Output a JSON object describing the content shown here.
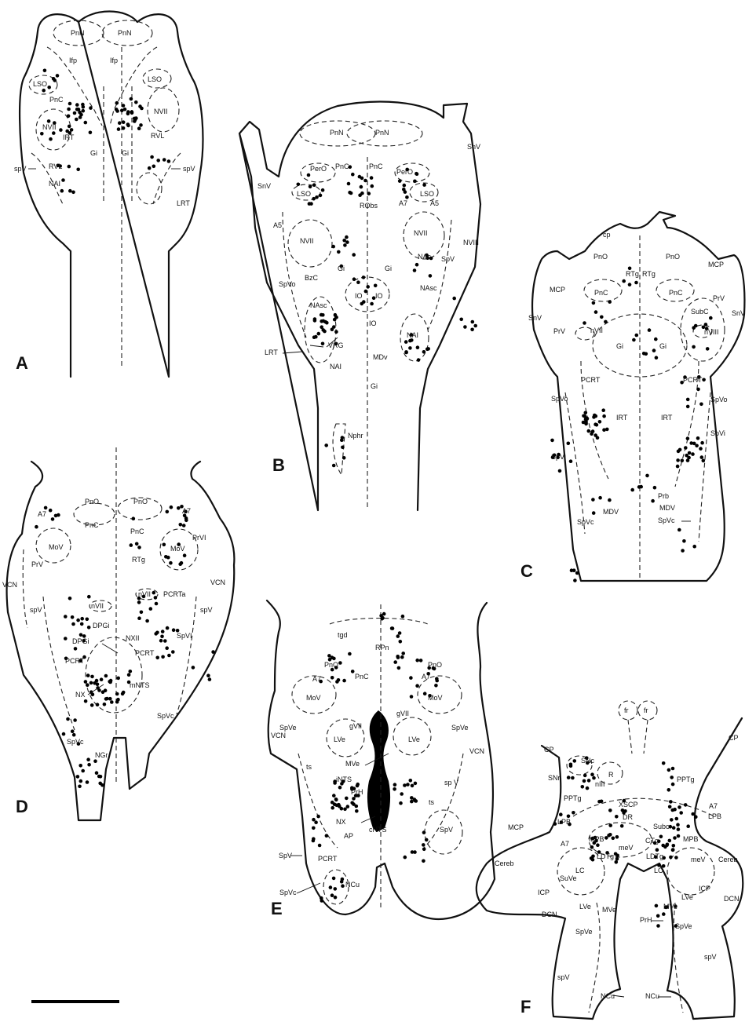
{
  "panels": {
    "A": {
      "letter": "A",
      "labels": [
        "PnN",
        "PnN",
        "Ifp",
        "Ifp",
        "LSO",
        "LSO",
        "PnC",
        "NVII",
        "IRT",
        "NVII",
        "Gi",
        "Gi",
        "RVL",
        "spV",
        "RVL",
        "NAI",
        "spV",
        "LRT"
      ]
    },
    "B": {
      "letter": "B",
      "labels": [
        "PnN",
        "PnN",
        "SnV",
        "SnV",
        "PerO",
        "PnC",
        "PnC",
        "PerO",
        "LSO",
        "A7",
        "LSO",
        "A5",
        "A5",
        "RObs",
        "NVII",
        "NVII",
        "NAc",
        "SpV",
        "NVIII",
        "BzC",
        "Gi",
        "Gi",
        "SpVo",
        "NAsc",
        "IO",
        "IO",
        "NAsc",
        "IO",
        "VRG",
        "LRT",
        "NAI",
        "NAI",
        "MDv",
        "Gi",
        "Nphr"
      ]
    },
    "C": {
      "letter": "C",
      "labels": [
        "cp",
        "PnO",
        "PnO",
        "MCP",
        "MCP",
        "RTg",
        "RTg",
        "PnC",
        "PnC",
        "PrV",
        "SnV",
        "SnV",
        "PrV",
        "SubC",
        "nVII",
        "nVIII",
        "Gi",
        "Gi",
        "PCRT",
        "PCRT",
        "SpVo",
        "SpVo",
        "IRT",
        "IRT",
        "SpVi",
        "SpVi",
        "Prb",
        "MDV",
        "MDV",
        "SpVc",
        "SpVc"
      ]
    },
    "D": {
      "letter": "D",
      "labels": [
        "PnO",
        "PnO",
        "A7",
        "A7",
        "PnC",
        "PnC",
        "MoV",
        "MoV",
        "PrVI",
        "PrV",
        "RTg",
        "nVII",
        "nVII",
        "PCRTa",
        "VCN",
        "VCN",
        "spV",
        "spV",
        "DPGi",
        "DPGi",
        "NXII",
        "PCRT",
        "PCRT",
        "SpVI",
        "mNTS",
        "NX",
        "SpVc",
        "SpVc",
        "NGr"
      ]
    },
    "E": {
      "letter": "E",
      "labels": [
        "tgd",
        "RPn",
        "PnO",
        "PnO",
        "A7",
        "PnC",
        "A7",
        "MoV",
        "MoV",
        "SpVe",
        "LVe",
        "gVII",
        "gVII",
        "LVe",
        "SpVe",
        "VCN",
        "VCN",
        "ts",
        "MVe",
        "iNTS",
        "PrH",
        "sp V",
        "ts",
        "NX",
        "cNTS",
        "AP",
        "SpV",
        "PCRT",
        "SpV",
        "NCu",
        "SpVc"
      ]
    },
    "F": {
      "letter": "F",
      "labels": [
        "fr",
        "fr",
        "CP",
        "CP",
        "SNc",
        "SNr",
        "nIII",
        "R",
        "PPTg",
        "PPTg",
        "XSCP",
        "A7",
        "LPB",
        "DR",
        "LPB",
        "MCP",
        "Subc",
        "MPB",
        "A7",
        "MPB",
        "Cereb",
        "meV",
        "CTg",
        "meV",
        "LDTg",
        "LDTg",
        "Cereb",
        "LC",
        "LC",
        "SuVe",
        "ICP",
        "ICP",
        "DCN",
        "DCN",
        "LVe",
        "MVe",
        "LVe",
        "MVe",
        "PrH",
        "SpVe",
        "SpVe",
        "spV",
        "spV",
        "NCu",
        "NCu"
      ]
    }
  },
  "scale_bar": "scale-bar",
  "colors": {
    "ink": "#111111",
    "background": "#ffffff"
  }
}
